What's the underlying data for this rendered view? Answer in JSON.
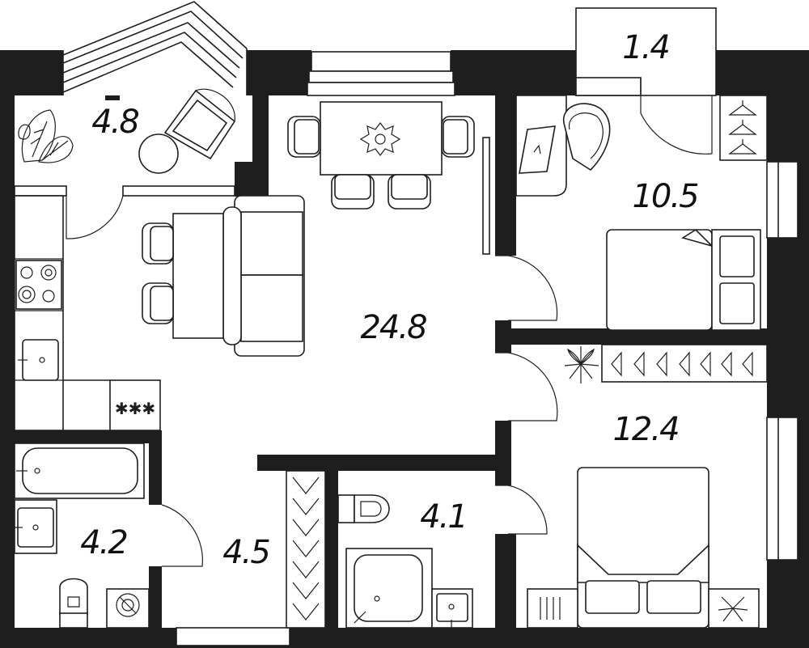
{
  "plan": {
    "rooms": [
      {
        "id": "balcony-left",
        "area": "4.8"
      },
      {
        "id": "balcony-top",
        "area": "1.4"
      },
      {
        "id": "bedroom-small",
        "area": "10.5"
      },
      {
        "id": "living-kitchen",
        "area": "24.8"
      },
      {
        "id": "bedroom-main",
        "area": "12.4"
      },
      {
        "id": "bathroom",
        "area": "4.2"
      },
      {
        "id": "hallway",
        "area": "4.5"
      },
      {
        "id": "toilet",
        "area": "4.1"
      }
    ],
    "icons": [
      "monstera-plant-icon",
      "lounge-chair-icon",
      "round-table-icon",
      "dining-table-icon",
      "flower-centerpiece-icon",
      "sofa-icon",
      "armchair-icon",
      "stove-icon",
      "sink-icon",
      "fridge-icon",
      "desk-icon",
      "office-chair-icon",
      "hanger-icon",
      "bed-icon",
      "plant-icon",
      "bathtub-icon",
      "toilet-icon",
      "washing-machine-icon",
      "shower-icon",
      "shoe-rack-icon",
      "radiator-icon"
    ]
  }
}
